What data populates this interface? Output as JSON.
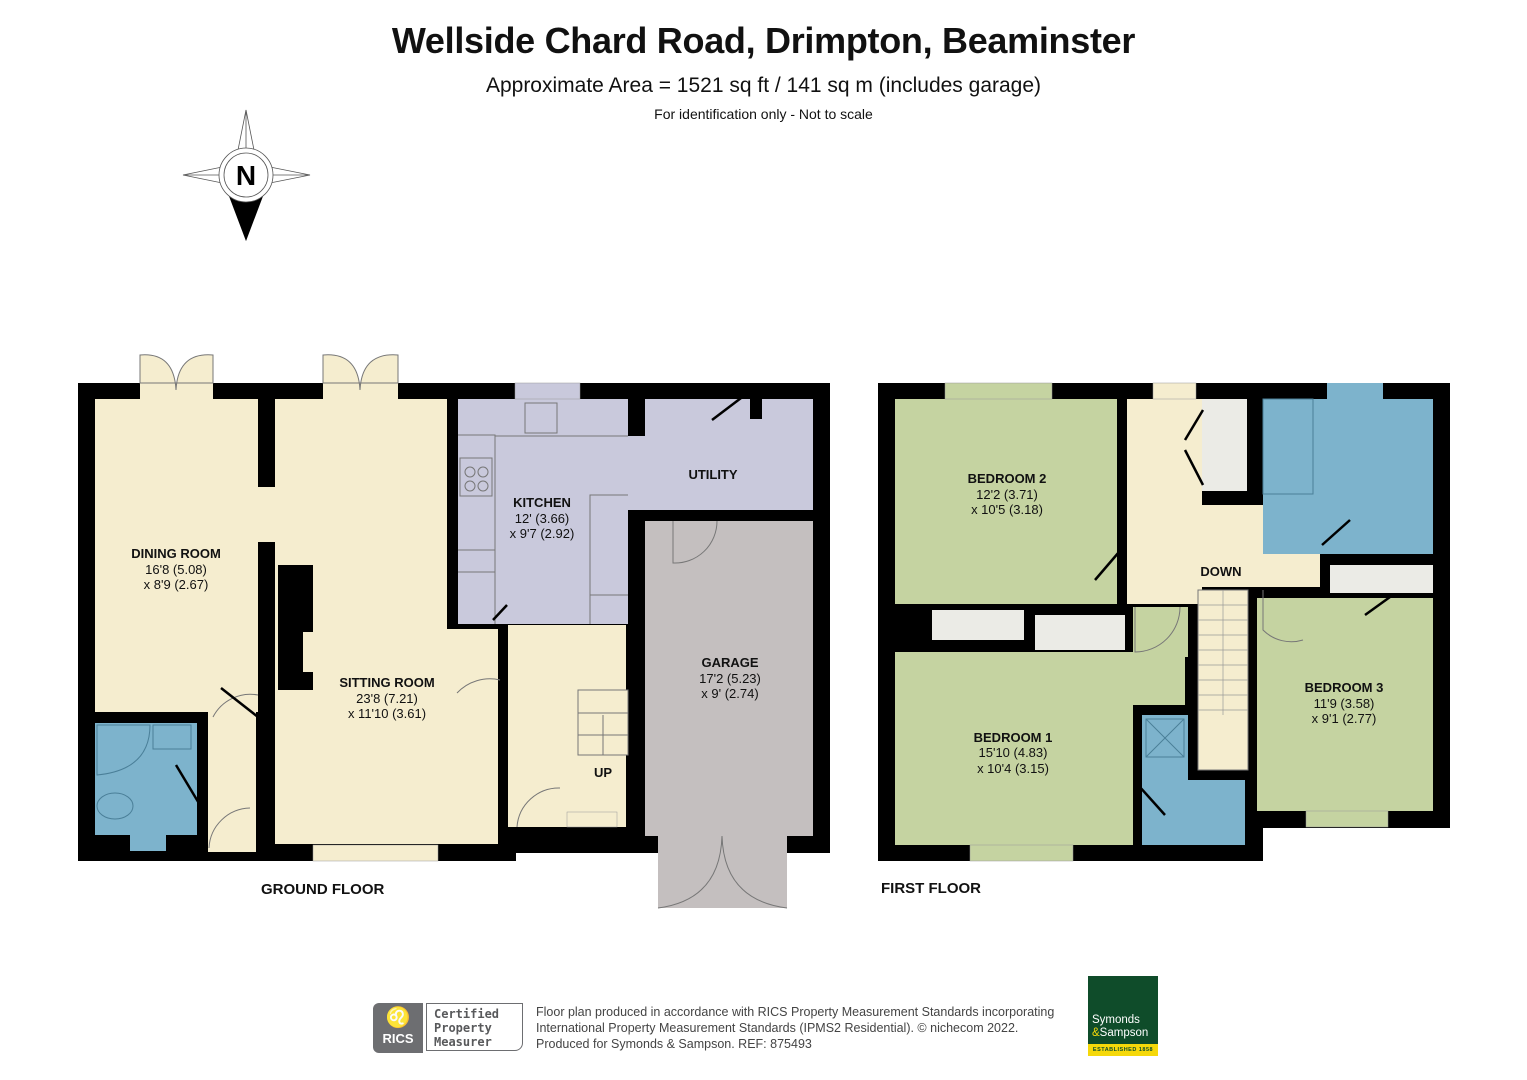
{
  "header": {
    "title": "Wellside Chard Road, Drimpton, Beaminster",
    "area": "Approximate Area = 1521 sq ft / 141 sq m (includes garage)",
    "note": "For identification only - Not to scale"
  },
  "compass": {
    "label": "N",
    "icon": "north-arrow-compass-icon"
  },
  "colors": {
    "wall": "#000000",
    "living": "#f5edcf",
    "kitchen": "#c9c9dc",
    "garage": "#c4bfbf",
    "bathroom": "#7db3cc",
    "bedroom": "#c5d3a1",
    "storage": "#ebebe6"
  },
  "floors": [
    {
      "name": "GROUND FLOOR",
      "rooms": [
        {
          "name": "DINING ROOM",
          "dim1": "16'8 (5.08)",
          "dim2": "x 8'9 (2.67)"
        },
        {
          "name": "SITTING ROOM",
          "dim1": "23'8 (7.21)",
          "dim2": "x 11'10 (3.61)"
        },
        {
          "name": "KITCHEN",
          "dim1": "12' (3.66)",
          "dim2": "x 9'7 (2.92)"
        },
        {
          "name": "UTILITY",
          "dim1": "",
          "dim2": ""
        },
        {
          "name": "GARAGE",
          "dim1": "17'2 (5.23)",
          "dim2": "x 9' (2.74)"
        }
      ],
      "stairs_label": "UP"
    },
    {
      "name": "FIRST FLOOR",
      "rooms": [
        {
          "name": "BEDROOM 2",
          "dim1": "12'2 (3.71)",
          "dim2": "x 10'5 (3.18)"
        },
        {
          "name": "BEDROOM 1",
          "dim1": "15'10 (4.83)",
          "dim2": "x 10'4 (3.15)"
        },
        {
          "name": "BEDROOM 3",
          "dim1": "11'9 (3.58)",
          "dim2": "x 9'1 (2.77)"
        }
      ],
      "stairs_label": "DOWN"
    }
  ],
  "footer": {
    "rics": {
      "badge": "RICS",
      "line1": "Certified",
      "line2": "Property",
      "line3": "Measurer"
    },
    "disclaimer": [
      "Floor plan produced in accordance with RICS Property Measurement Standards incorporating",
      "International Property Measurement Standards (IPMS2 Residential).   © nichecom 2022.",
      "Produced for Symonds & Sampson.   REF:  875493"
    ],
    "agent": {
      "line1": "Symonds",
      "amp": "&",
      "line2": "Sampson",
      "established": "ESTABLISHED 1858"
    }
  }
}
